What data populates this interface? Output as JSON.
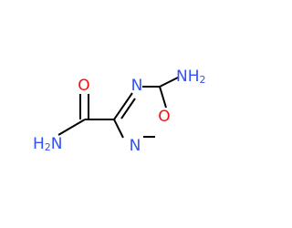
{
  "molecule": {
    "colors": {
      "bond": "#000000",
      "N": "#3050F8",
      "O": "#FF0D0D"
    },
    "atom_labels": {
      "carbonyl_o": "O",
      "ring_n4": "N",
      "ring_n2": "N",
      "ring_o1": "O",
      "amide_n_main": "H",
      "amide_n_sub": "2",
      "amide_n_tail": "N",
      "amino_n_main": "NH",
      "amino_n_sub": "2"
    }
  }
}
